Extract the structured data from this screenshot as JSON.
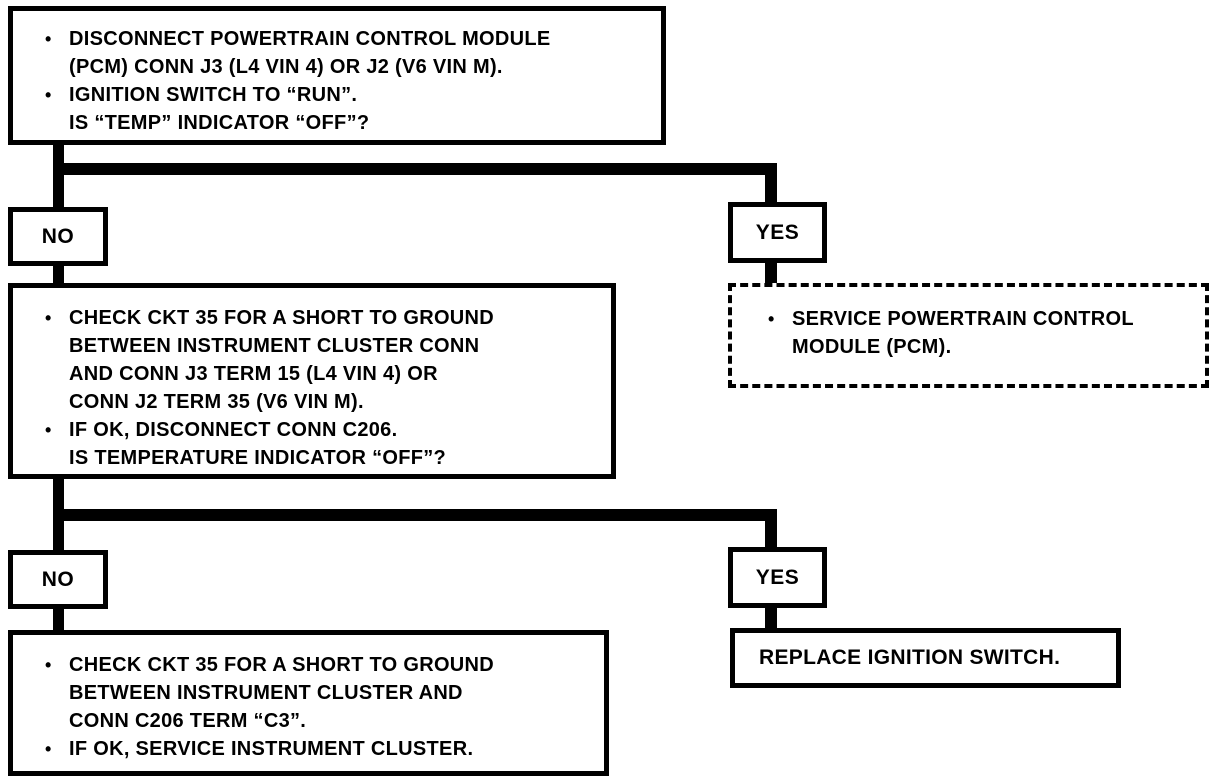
{
  "bullet_char": "•",
  "colors": {
    "ink": "#000000",
    "paper": "#ffffff"
  },
  "flowchart": {
    "step1": {
      "lines": [
        {
          "bullet": true,
          "text": "DISCONNECT POWERTRAIN CONTROL MODULE"
        },
        {
          "bullet": false,
          "text": "(PCM) CONN J3 (L4 VIN 4) OR J2 (V6 VIN M)."
        },
        {
          "bullet": true,
          "text": "IGNITION SWITCH TO “RUN”."
        },
        {
          "bullet": false,
          "text": "IS “TEMP” INDICATOR “OFF”?"
        }
      ]
    },
    "decision1": {
      "no_label": "NO",
      "yes_label": "YES"
    },
    "step2": {
      "lines": [
        {
          "bullet": true,
          "text": "CHECK CKT 35 FOR A SHORT TO GROUND"
        },
        {
          "bullet": false,
          "text": "BETWEEN INSTRUMENT CLUSTER CONN"
        },
        {
          "bullet": false,
          "text": "AND CONN J3 TERM 15 (L4 VIN 4) OR"
        },
        {
          "bullet": false,
          "text": "CONN J2 TERM 35 (V6 VIN M)."
        },
        {
          "bullet": true,
          "text": "IF OK, DISCONNECT CONN C206."
        },
        {
          "bullet": false,
          "text": "IS TEMPERATURE INDICATOR “OFF”?"
        }
      ]
    },
    "service_pcm": {
      "lines": [
        {
          "bullet": true,
          "text": "SERVICE POWERTRAIN CONTROL"
        },
        {
          "bullet": false,
          "text": "MODULE (PCM)."
        }
      ]
    },
    "decision2": {
      "no_label": "NO",
      "yes_label": "YES"
    },
    "step3": {
      "lines": [
        {
          "bullet": true,
          "text": "CHECK CKT 35 FOR A SHORT TO GROUND"
        },
        {
          "bullet": false,
          "text": "BETWEEN INSTRUMENT CLUSTER AND"
        },
        {
          "bullet": false,
          "text": "CONN C206 TERM “C3”."
        },
        {
          "bullet": true,
          "text": "IF OK, SERVICE INSTRUMENT CLUSTER."
        }
      ]
    },
    "replace_switch": {
      "text": "REPLACE IGNITION SWITCH."
    }
  }
}
